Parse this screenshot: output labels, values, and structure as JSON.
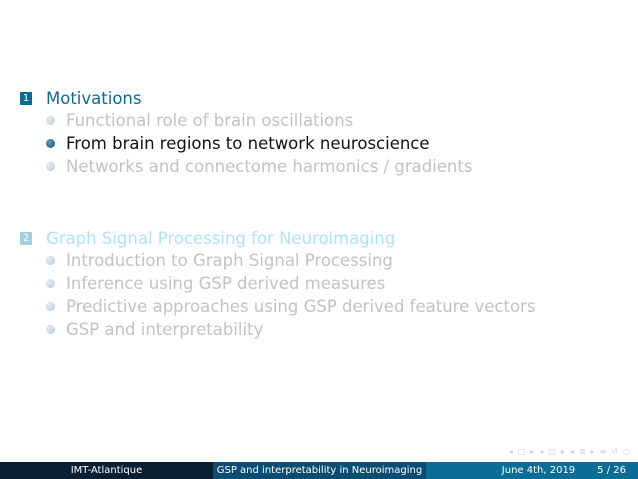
{
  "sections": [
    {
      "number": "1",
      "title": "Motivations",
      "items": [
        "Functional role of brain oscillations",
        "From brain regions to network neuroscience",
        "Networks and connectome harmonics / gradients"
      ]
    },
    {
      "number": "2",
      "title": "Graph Signal Processing for Neuroimaging",
      "items": [
        "Introduction to Graph Signal Processing",
        "Inference using GSP derived measures",
        "Predictive approaches using GSP derived feature vectors",
        "GSP and interpretability"
      ]
    }
  ],
  "footer": {
    "institution": "IMT-Atlantique",
    "title": "GSP and interpretability in Neuroimaging",
    "date": "June 4th, 2019",
    "page": "5 / 26"
  },
  "nav_icons": [
    "nav-prev-frame-icon",
    "nav-next-frame-icon",
    "nav-prev-subsection-icon",
    "nav-next-subsection-icon",
    "nav-prev-section-icon",
    "nav-next-section-icon",
    "nav-align-icon",
    "nav-search-icon"
  ],
  "colors": {
    "accent": "#0b6b93",
    "dim_text": "#c2c2c2",
    "footer_dark": "#0b1f33",
    "footer_mid": "#0b4d72",
    "footer_light": "#0a6d96"
  }
}
